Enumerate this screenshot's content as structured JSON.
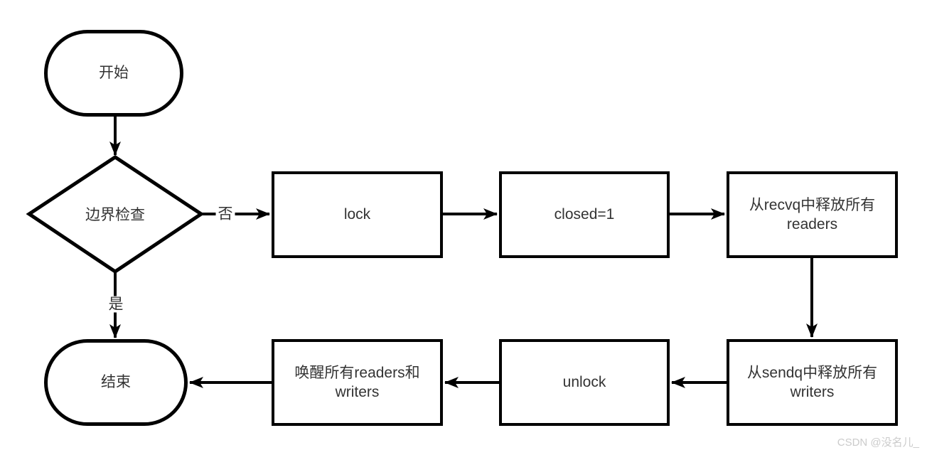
{
  "diagram_type": "flowchart",
  "nodes": {
    "start": {
      "label": "开始",
      "type": "terminal"
    },
    "boundary_check": {
      "label": "边界检查",
      "type": "decision"
    },
    "lock": {
      "label": "lock",
      "type": "process"
    },
    "closed": {
      "label": "closed=1",
      "type": "process"
    },
    "release_readers": {
      "label": "从recvq中释放所有readers",
      "type": "process"
    },
    "release_writers": {
      "label": "从sendq中释放所有writers",
      "type": "process"
    },
    "unlock": {
      "label": "unlock",
      "type": "process"
    },
    "wake_all": {
      "label": "唤醒所有readers和writers",
      "type": "process"
    },
    "end": {
      "label": "结束",
      "type": "terminal"
    }
  },
  "edge_labels": {
    "no": "否",
    "yes": "是"
  },
  "edges": [
    {
      "from": "start",
      "to": "boundary_check",
      "label": ""
    },
    {
      "from": "boundary_check",
      "to": "lock",
      "label": "否"
    },
    {
      "from": "lock",
      "to": "closed",
      "label": ""
    },
    {
      "from": "closed",
      "to": "release_readers",
      "label": ""
    },
    {
      "from": "release_readers",
      "to": "release_writers",
      "label": ""
    },
    {
      "from": "release_writers",
      "to": "unlock",
      "label": ""
    },
    {
      "from": "unlock",
      "to": "wake_all",
      "label": ""
    },
    {
      "from": "wake_all",
      "to": "end",
      "label": ""
    },
    {
      "from": "boundary_check",
      "to": "end",
      "label": "是"
    }
  ],
  "watermark": "CSDN @没名儿_",
  "colors": {
    "stroke": "#000000",
    "node_fill": "#ffffff",
    "text": "#333333",
    "watermark": "#cbcbcb",
    "background": "#ffffff"
  }
}
